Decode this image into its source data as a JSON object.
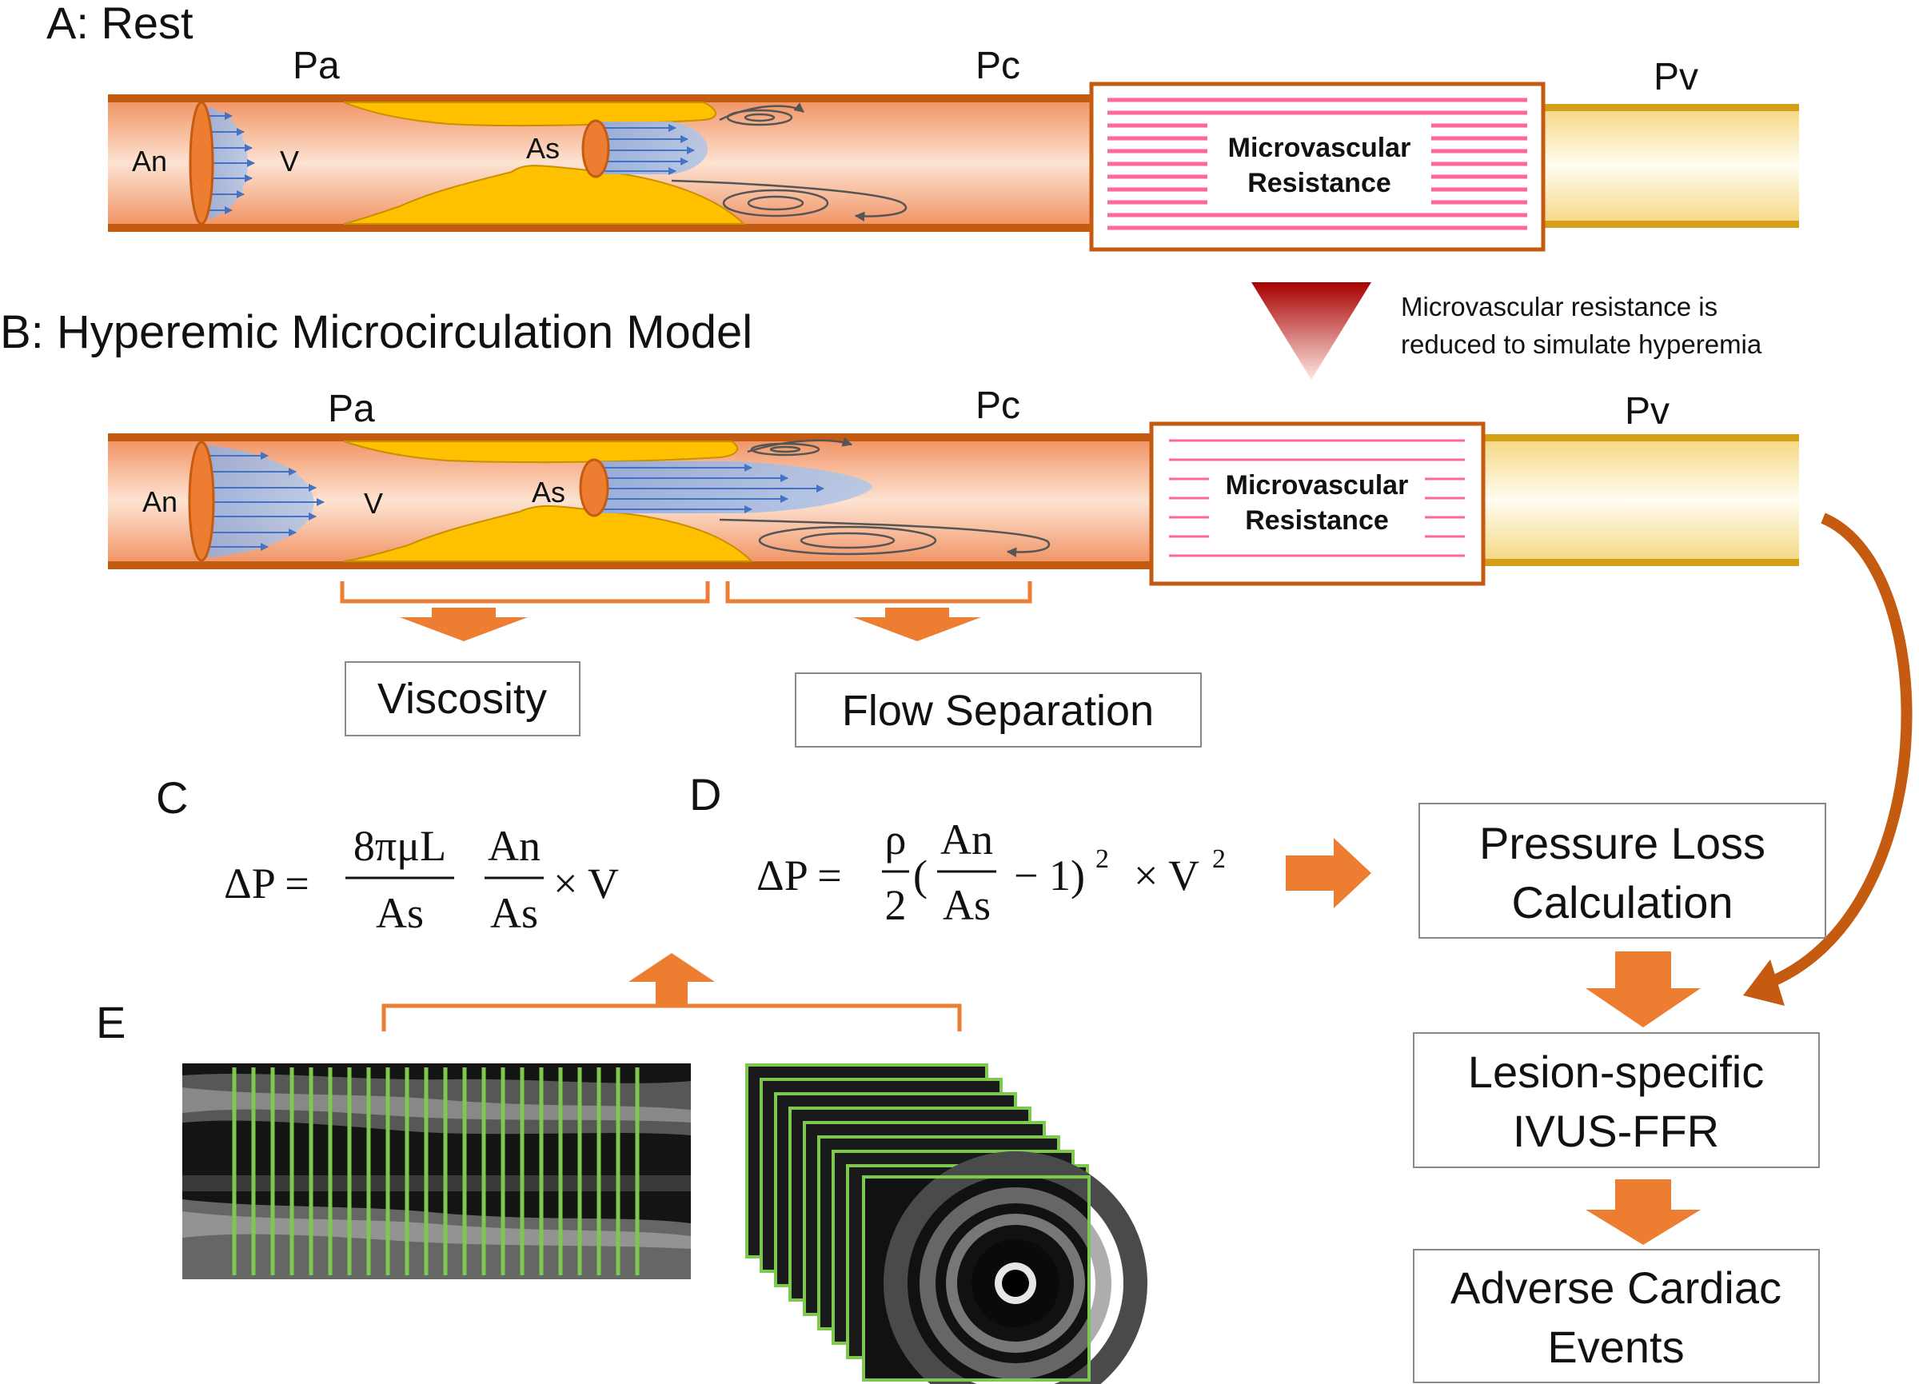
{
  "panels": {
    "a_title": "A: Rest",
    "b_title": "B: Hyperemic Microcirculation Model",
    "c_label": "C",
    "d_label": "D",
    "e_label": "E"
  },
  "vessel": {
    "pa": "Pa",
    "pc": "Pc",
    "pv": "Pv",
    "an": "An",
    "as": "As",
    "v": "V",
    "micro_line1": "Microvascular",
    "micro_line2": "Resistance"
  },
  "transition_note": {
    "line1": "Microvascular resistance is",
    "line2": "reduced to simulate hyperemia"
  },
  "effects": {
    "viscosity": "Viscosity",
    "flow_separation": "Flow Separation"
  },
  "equation_c": {
    "lhs": "ΔP =",
    "frac1_num": "8πμL",
    "frac1_den": "As",
    "frac2_num": "An",
    "frac2_den": "As",
    "tail": "× V"
  },
  "equation_d": {
    "lhs": "ΔP =",
    "rho": "ρ",
    "two": "2",
    "paren_open": "(",
    "frac_num": "An",
    "frac_den": "As",
    "minus_one": "− 1)",
    "sq1": "2",
    "times_v": "× V",
    "sq2": "2"
  },
  "flow": {
    "pressure_loss_line1": "Pressure Loss",
    "pressure_loss_line2": "Calculation",
    "ivus_ffr_line1": "Lesion-specific",
    "ivus_ffr_line2": "IVUS-FFR",
    "events_line1": "Adverse Cardiac",
    "events_line2": "Events"
  },
  "colors": {
    "vessel_wall": "#c55a11",
    "vessel_fill": "#f4a47a",
    "plaque": "#ffc000",
    "flow_profile": "#8faadc",
    "arrow_orange": "#ed7d31",
    "micro_stripes": "#ff66a0",
    "vein_gold": "#d4a017",
    "ivus_frame": "#7ec850",
    "transition_arrow": "#c00000"
  }
}
